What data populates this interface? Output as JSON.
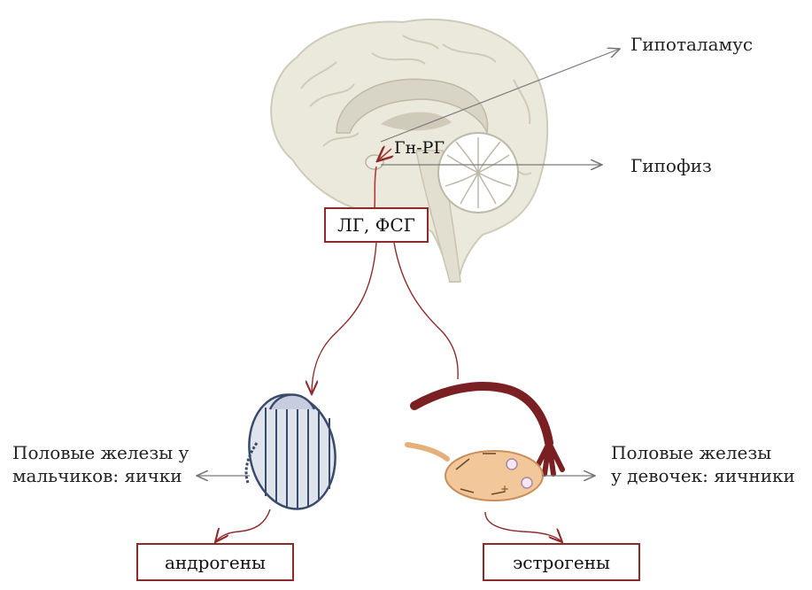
{
  "labels": {
    "hypothalamus": "Гипоталамус",
    "pituitary": "Гипофиз",
    "gnrh": "Гн-РГ",
    "lh_fsh": "ЛГ, ФСГ",
    "male_gonads_line1": "Половые железы у",
    "male_gonads_line2": "мальчиков: яички",
    "female_gonads_line1": "Половые железы",
    "female_gonads_line2": "у девочек: яичники",
    "androgens": "андрогены",
    "estrogens": "эстрогены"
  },
  "colors": {
    "accent": "#8e2a2a",
    "brain": "#e9e6d9",
    "brain_outline": "#c9c5b4",
    "testis": "#3a4a6b",
    "ovary": "#f2c79a",
    "tube": "#7a1f22"
  },
  "icons": [
    "brain-illustration",
    "testis-illustration",
    "ovary-illustration"
  ]
}
